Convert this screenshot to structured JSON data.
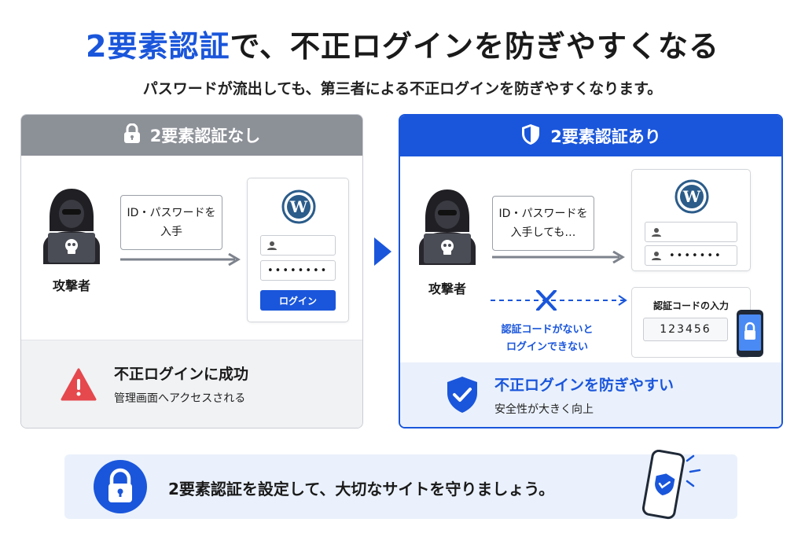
{
  "header": {
    "title_accent": "2要素認証",
    "title_rest": "で、不正ログインを防ぎやすくなる",
    "subtitle": "パスワードが流出しても、第三者による不正ログインを防ぎやすくなります。"
  },
  "without_2fa": {
    "heading": "2要素認証なし",
    "attacker_label": "攻撃者",
    "bubble_line1": "ID・パスワードを",
    "bubble_line2": "入手",
    "password_mask": "••••••••",
    "login_button": "ログイン",
    "result_title": "不正ログインに成功",
    "result_sub": "管理画面へアクセスされる"
  },
  "with_2fa": {
    "heading": "2要素認証あり",
    "attacker_label": "攻撃者",
    "bubble_line1": "ID・パスワードを",
    "bubble_line2": "入手しても…",
    "password_mask": "•••••••",
    "blocked_line1": "認証コードがないと",
    "blocked_line2": "ログインできない",
    "code_label": "認証コードの入力",
    "code_value": "123456",
    "result_title": "不正ログインを防ぎやすい",
    "result_sub": "安全性が大きく向上"
  },
  "footer": {
    "message": "2要素認証を設定して、大切なサイトを守りましょう。"
  },
  "colors": {
    "accent": "#1a56db",
    "gray_header": "#8c9097",
    "warning": "#e5484d",
    "footer_bg": "#eaf1fc"
  }
}
